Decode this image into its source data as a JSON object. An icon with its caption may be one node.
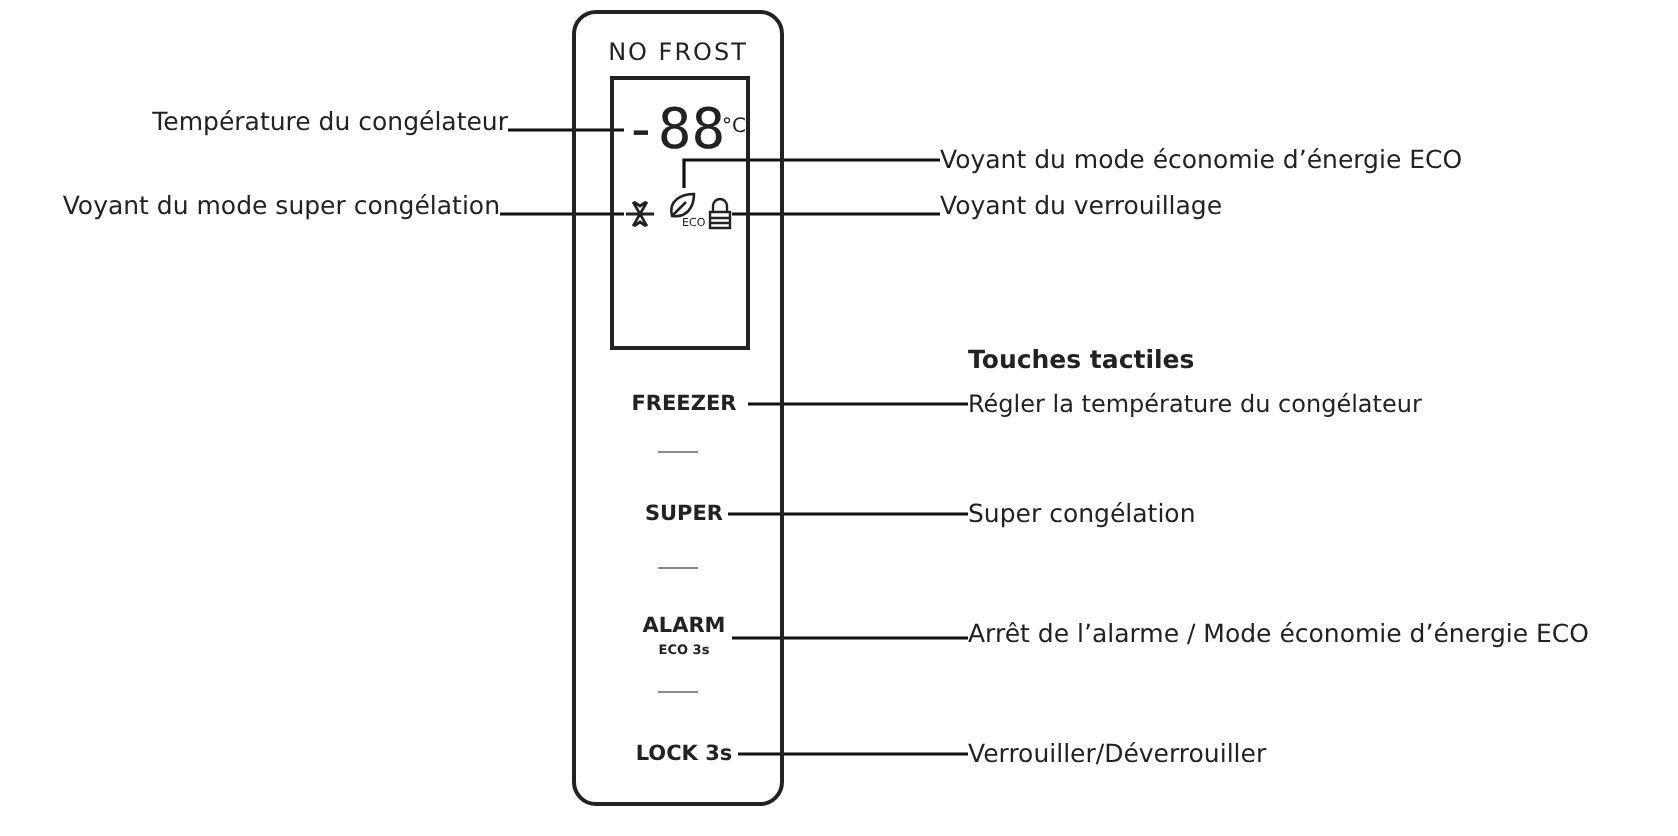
{
  "diagram": {
    "nodes": [
      {
        "text": [
          "NO FROST"
        ]
      },
      {
        "text": [],
        "shape": "box",
        "in": 0
      },
      {
        "text": [
          "-88"
        ],
        "beside": [
          "°C"
        ],
        "in": 1
      },
      {
        "text": [],
        "shape": "snowflake",
        "in": 1
      },
      {
        "text": [
          "ECO"
        ],
        "in": 1
      },
      {
        "text": [],
        "shape": "padlock",
        "in": 1
      },
      {
        "text": [
          "FREEZER"
        ],
        "in": 0
      },
      {
        "text": [
          "SUPER"
        ],
        "in": 0
      },
      {
        "text": [
          "ALARM",
          "ECO 3s"
        ],
        "in": 0
      },
      {
        "text": [
          "LOCK 3s"
        ],
        "in": 0
      },
      {
        "text": [
          "Température du congélateur"
        ]
      },
      {
        "text": [
          "Voyant du mode super congélation"
        ]
      },
      {
        "text": [
          "Voyant du mode économie d’énergie ECO"
        ]
      },
      {
        "text": [
          "Voyant du verrouillage"
        ]
      },
      {
        "text": [
          "Régler la température du congélateur"
        ]
      },
      {
        "text": [
          "Super congélation"
        ]
      },
      {
        "text": [
          "Arrêt de l’alarme / Mode économie d’énergie ECO"
        ]
      },
      {
        "text": [
          "Verrouiller/Déverrouiller"
        ]
      }
    ],
    "edges": [
      {
        "from": 10,
        "to": 2,
        "arrow": "none"
      },
      {
        "from": 11,
        "to": 3,
        "arrow": "none"
      },
      {
        "from": 12,
        "to": 4,
        "arrow": "none"
      },
      {
        "from": 13,
        "to": 5,
        "arrow": "none"
      },
      {
        "from": 14,
        "to": 6,
        "arrow": "none"
      },
      {
        "from": 15,
        "to": 7,
        "arrow": "none"
      },
      {
        "from": 16,
        "to": 8,
        "arrow": "none"
      },
      {
        "from": 17,
        "to": 9,
        "arrow": "none"
      }
    ],
    "labels": [
      "Touches tactiles"
    ]
  }
}
